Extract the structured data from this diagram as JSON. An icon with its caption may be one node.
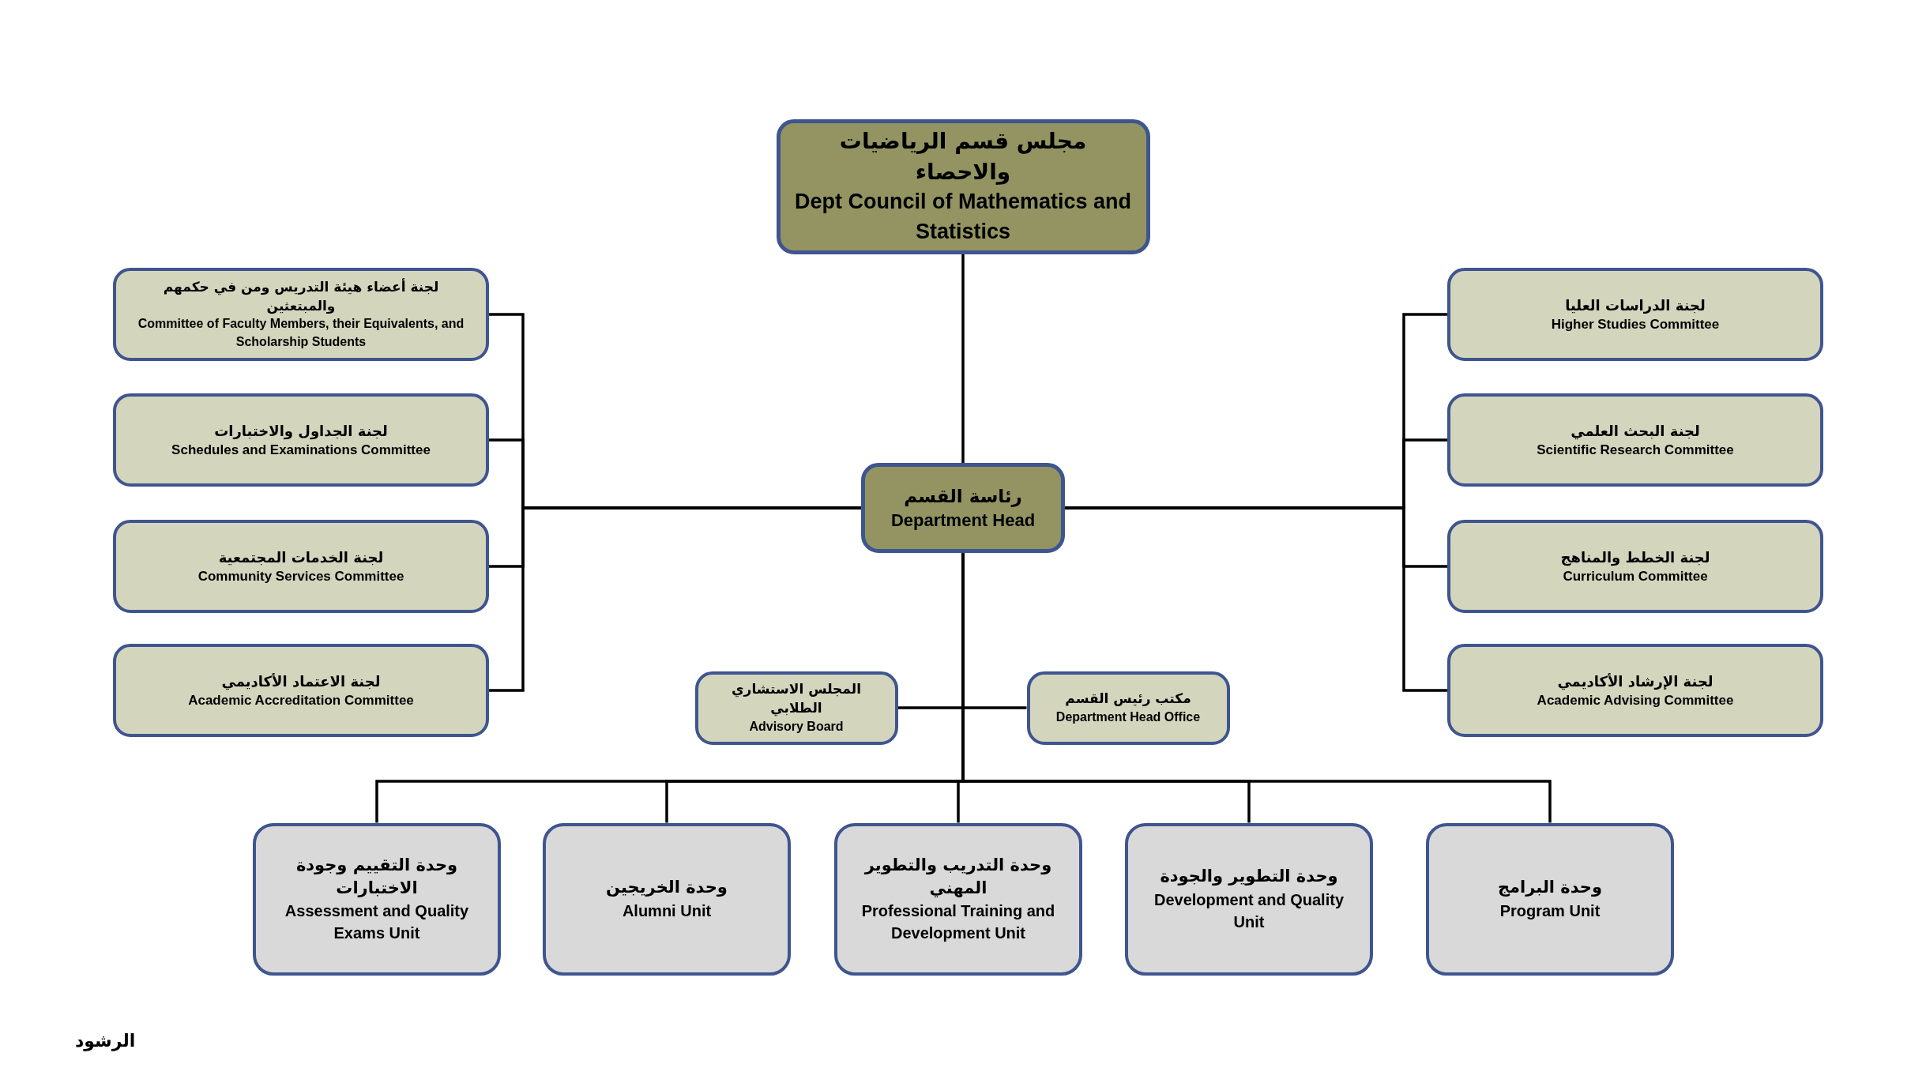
{
  "diagram": {
    "nodes": [
      {
        "text": [
          "مجلس قسم الرياضيات والاحصاء",
          "Dept Council of Mathematics and Statistics"
        ]
      },
      {
        "text": [
          "رئاسة القسم",
          "Department Head"
        ]
      },
      {
        "text": [
          "لجنة أعضاء هيئة التدريس ومن في حكمهم والمبتعثين",
          "Committee of Faculty Members, their Equivalents, and Scholarship Students"
        ]
      },
      {
        "text": [
          "لجنة الجداول والاختبارات",
          "Schedules and Examinations Committee"
        ]
      },
      {
        "text": [
          "لجنة الخدمات المجتمعية",
          "Community Services Committee"
        ]
      },
      {
        "text": [
          "لجنة الاعتماد الأكاديمي",
          "Academic Accreditation Committee"
        ]
      },
      {
        "text": [
          "لجنة الدراسات العليا",
          "Higher Studies Committee"
        ]
      },
      {
        "text": [
          "لجنة البحث العلمي",
          "Scientific Research Committee"
        ]
      },
      {
        "text": [
          "لجنة الخطط والمناهج",
          "Curriculum Committee"
        ]
      },
      {
        "text": [
          "لجنة الإرشاد الأكاديمي",
          "Academic Advising Committee"
        ]
      },
      {
        "text": [
          "المجلس الاستشاري الطلابي",
          "Advisory Board"
        ]
      },
      {
        "text": [
          "مكتب رئيس القسم",
          "Department Head Office"
        ]
      },
      {
        "text": [
          "وحدة التقييم وجودة الاختبارات",
          "Assessment and Quality Exams Unit"
        ]
      },
      {
        "text": [
          "وحدة الخريجين",
          "Alumni Unit"
        ]
      },
      {
        "text": [
          "وحدة التدريب والتطوير المهني",
          "Professional Training and Development Unit"
        ]
      },
      {
        "text": [
          "وحدة التطوير والجودة",
          "Development and Quality Unit"
        ]
      },
      {
        "text": [
          "وحدة البرامج",
          "Program Unit"
        ]
      }
    ],
    "edges": [
      {
        "from": 0,
        "to": 1,
        "arrow": "none"
      },
      {
        "from": 1,
        "to": 2,
        "arrow": "none"
      },
      {
        "from": 1,
        "to": 3,
        "arrow": "none"
      },
      {
        "from": 1,
        "to": 4,
        "arrow": "none"
      },
      {
        "from": 1,
        "to": 5,
        "arrow": "none"
      },
      {
        "from": 1,
        "to": 6,
        "arrow": "none"
      },
      {
        "from": 1,
        "to": 7,
        "arrow": "none"
      },
      {
        "from": 1,
        "to": 8,
        "arrow": "none"
      },
      {
        "from": 1,
        "to": 9,
        "arrow": "none"
      },
      {
        "from": 1,
        "to": 10,
        "arrow": "none"
      },
      {
        "from": 1,
        "to": 11,
        "arrow": "none"
      },
      {
        "from": 1,
        "to": 12,
        "arrow": "none"
      },
      {
        "from": 1,
        "to": 13,
        "arrow": "none"
      },
      {
        "from": 1,
        "to": 14,
        "arrow": "none"
      },
      {
        "from": 1,
        "to": 15,
        "arrow": "none"
      },
      {
        "from": 1,
        "to": 16,
        "arrow": "none"
      }
    ],
    "labels": [
      "الرشود"
    ]
  }
}
